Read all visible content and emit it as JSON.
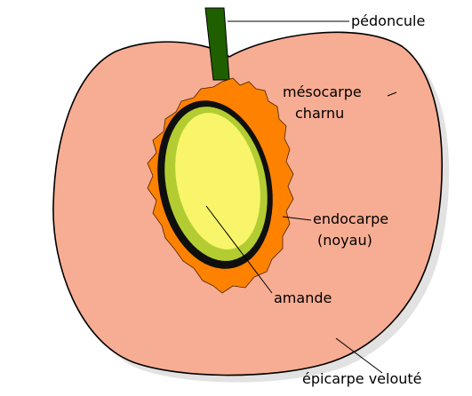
{
  "diagram": {
    "labels": {
      "peduncle": "pédoncule",
      "mesocarp_line1": "mésocarpe",
      "mesocarp_line2": "charnu",
      "endocarp_line1": "endocarpe",
      "endocarp_line2": "(noyau)",
      "almond": "amande",
      "epicarp": "épicarpe velouté"
    },
    "colors": {
      "flesh": "#f7ad93",
      "stone": "#ff8100",
      "seed_ring_dark": "#0f0f0f",
      "seed_ring_green": "#b3cc32",
      "seed": "#f8f56a",
      "stem": "#1f5f00",
      "outline": "#000000"
    }
  }
}
